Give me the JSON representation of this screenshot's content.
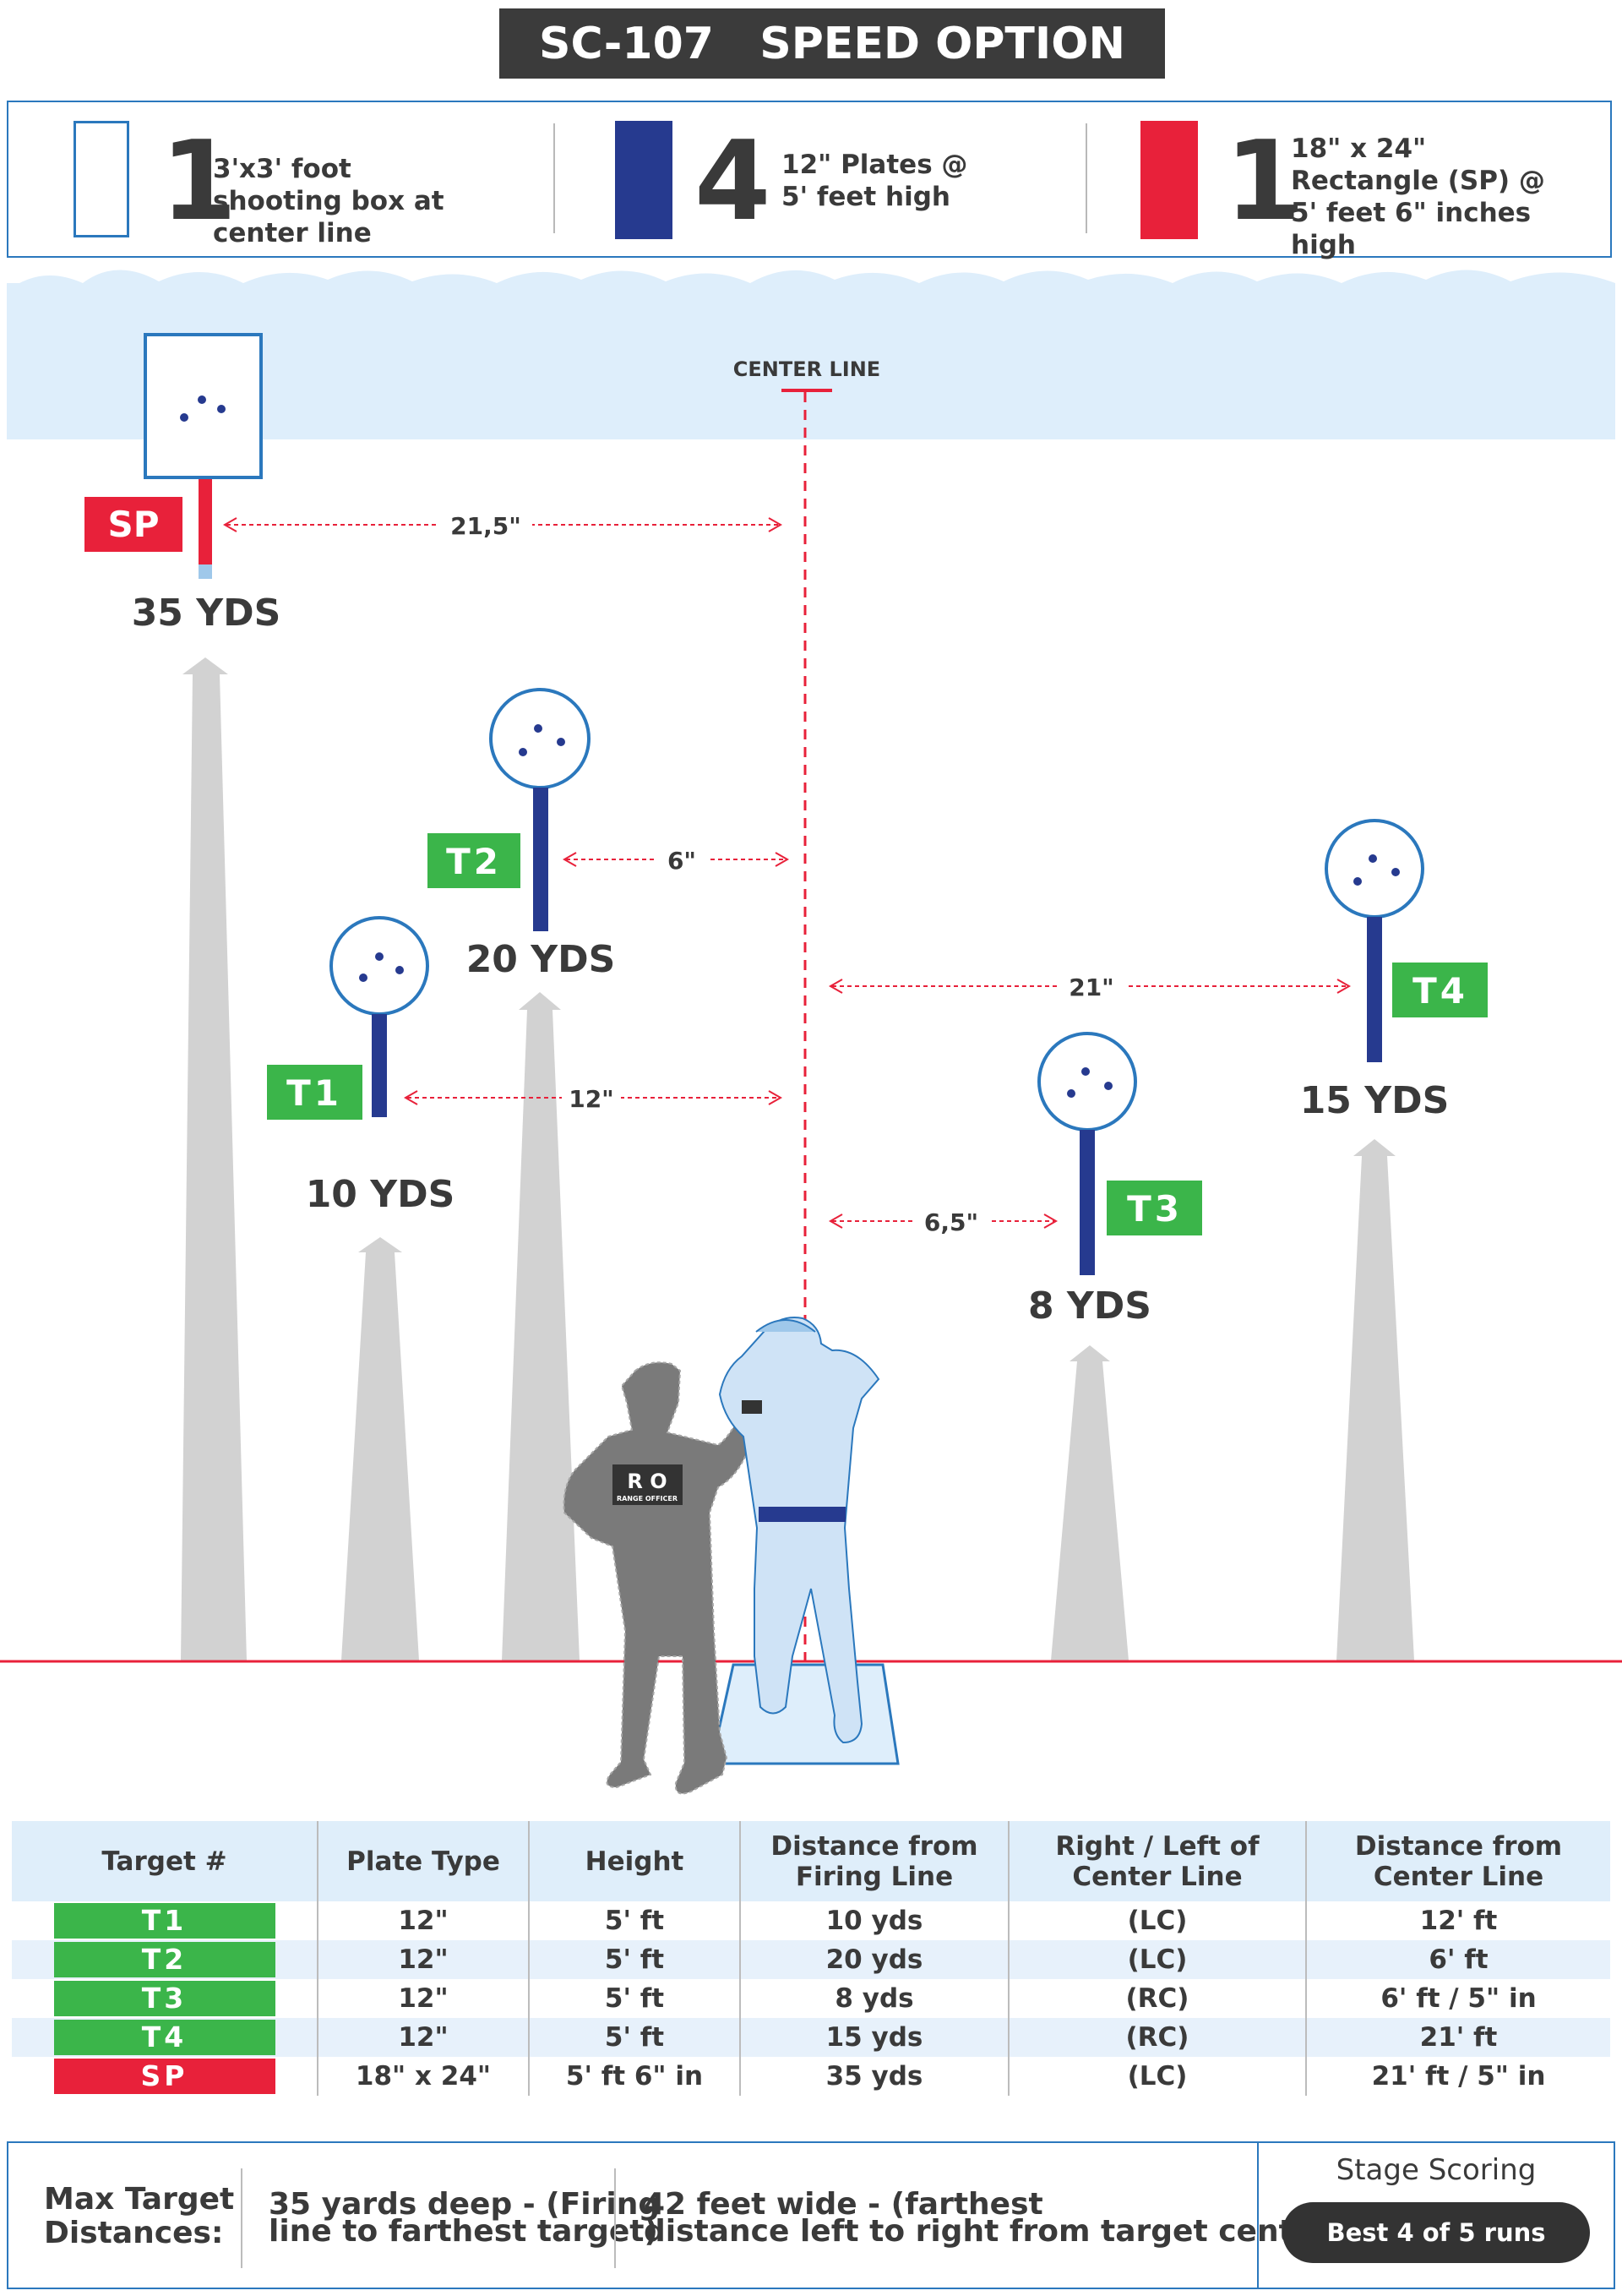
{
  "title": "SC-107   SPEED OPTION",
  "legend": [
    {
      "count": "1",
      "text": "3'x3' foot shooting box at center line",
      "color": "#2b78bd"
    },
    {
      "count": "4",
      "text": "12\" Plates @ 5' feet high",
      "color": "#263a8f"
    },
    {
      "count": "1",
      "text": "18\" x 24\" Rectangle (SP) @ 5' feet 6\" inches high",
      "color": "#e8213a"
    }
  ],
  "diagram": {
    "center_line_label": "CENTER LINE",
    "distances": {
      "sp": "21,5\"",
      "t2": "6\"",
      "t1": "12\"",
      "t4": "21\"",
      "t3": "6,5\""
    },
    "targets": {
      "sp": {
        "tag": "SP",
        "yards": "35 YDS"
      },
      "t1": {
        "tag": "T1",
        "yards": "10 YDS"
      },
      "t2": {
        "tag": "T2",
        "yards": "20 YDS"
      },
      "t3": {
        "tag": "T3",
        "yards": "8 YDS"
      },
      "t4": {
        "tag": "T4",
        "yards": "15 YDS"
      }
    },
    "ro_badge": "R O",
    "ro_sub": "RANGE OFFICER"
  },
  "colors": {
    "blue": "#2b78bd",
    "navy": "#263a8f",
    "red": "#e8213a",
    "green": "#3bb54a",
    "gray": "#d2d2d2",
    "sky": "#deeefb"
  },
  "table": {
    "headers": [
      "Target #",
      "Plate Type",
      "Height",
      "Distance from Firing Line",
      "Right / Left of Center Line",
      "Distance from Center Line"
    ],
    "rows": [
      {
        "target": "T1",
        "plate": "12\"",
        "height": "5' ft",
        "distance": "10 yds",
        "side": "(LC)",
        "center": "12' ft"
      },
      {
        "target": "T2",
        "plate": "12\"",
        "height": "5' ft",
        "distance": "20 yds",
        "side": "(LC)",
        "center": "6' ft"
      },
      {
        "target": "T3",
        "plate": "12\"",
        "height": "5' ft",
        "distance": "8 yds",
        "side": "(RC)",
        "center": "6' ft / 5\" in"
      },
      {
        "target": "T4",
        "plate": "12\"",
        "height": "5' ft",
        "distance": "15 yds",
        "side": "(RC)",
        "center": "21' ft"
      },
      {
        "target": "SP",
        "plate": "18\" x 24\"",
        "height": "5' ft 6\" in",
        "distance": "35 yds",
        "side": "(LC)",
        "center": "21' ft / 5\" in"
      }
    ]
  },
  "bottom": {
    "label_line1": "Max Target",
    "label_line2": "Distances:",
    "depth_line1": "35 yards deep - (Firing",
    "depth_line2": "line to farthest target)",
    "width_line1": "42 feet wide - (farthest",
    "width_line2": "distance left to right from target centers)",
    "scoring_title": "Stage Scoring",
    "scoring_value": "Best 4 of 5 runs"
  }
}
